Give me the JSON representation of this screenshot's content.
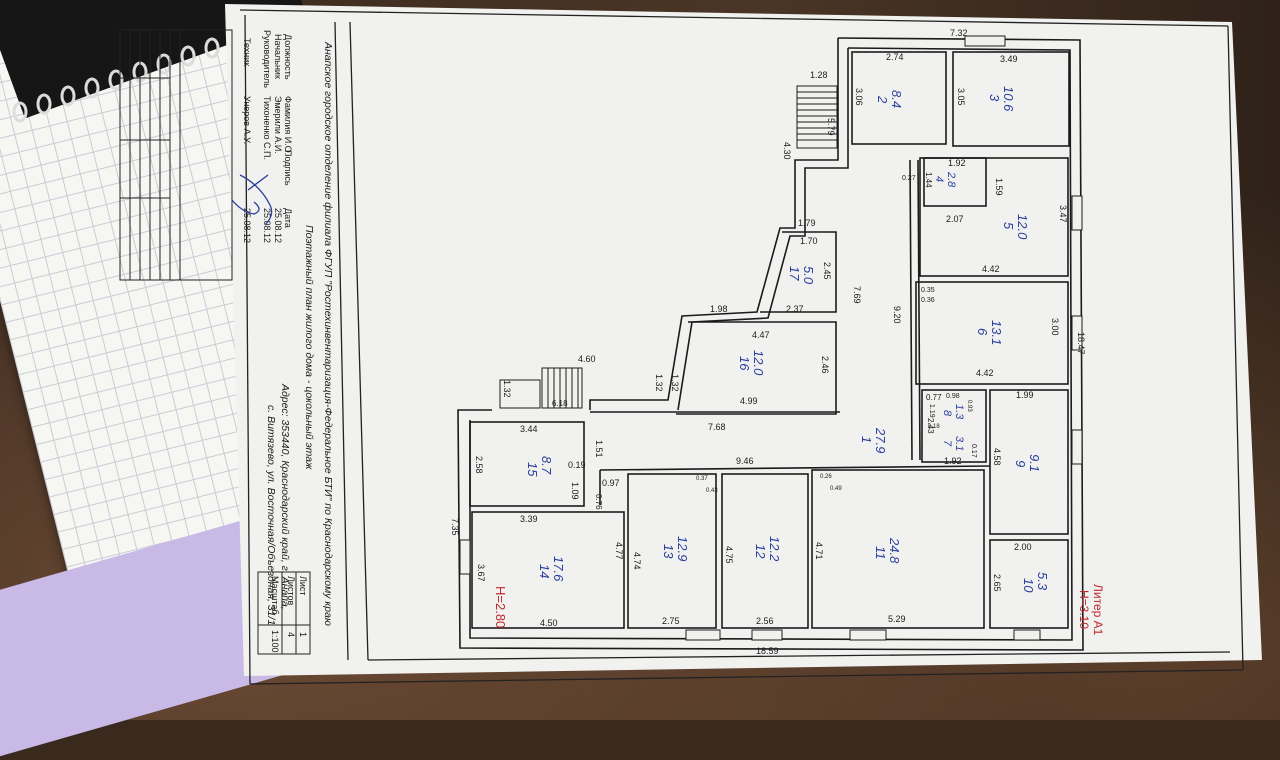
{
  "stamp": {
    "org": "Анапское городское отделение филиала ФГУП \"Ростехинвентаризация-Федеральное БТИ\" по Краснодарскому краю",
    "plan_title": "Поэтажный план жилого дома - цокольный этаж",
    "address_line1": "Адрес: 353440, Краснодарский край, г. Анапа,",
    "address_line2": "с. Витязево, ул. Восточная/Объездная, 31/1",
    "col_position": "Должность",
    "col_name": "Фамилия И.О.",
    "col_sign": "Подпись",
    "col_date": "Дата",
    "rows": [
      {
        "position": "Начальник",
        "name": "Эмерили А.И.",
        "date": "25.08.12"
      },
      {
        "position": "Руководитель",
        "name": "Тихоненко С.П.",
        "date": "25.08.12"
      },
      {
        "position": "Техник",
        "name": "Унеров А.У.",
        "date": "25.08.12"
      }
    ],
    "sheet_label": "Лист",
    "sheet_value": "1",
    "sheets_label": "Листов",
    "sheets_value": "4",
    "scale_label": "Масштаб",
    "scale_value": "1:100"
  },
  "litera": {
    "name": "Литер А1",
    "height": "Н=3.10"
  },
  "basement_height": "Н=2.80",
  "dims": {
    "d732": "7.32",
    "d274": "2.74",
    "d349": "3.49",
    "d306": "3.06",
    "d305": "3.05",
    "d128": "1.28",
    "d579": "5.79",
    "d430": "4.30",
    "d192a": "1.92",
    "d144": "1.44",
    "d027": "0.27",
    "d159": "1.59",
    "d347": "3.47",
    "d207": "2.07",
    "d442a": "4.42",
    "d179": "1.79",
    "d170": "1.70",
    "d245": "2.45",
    "d769": "7.69",
    "d198": "1.98",
    "d237": "2.37",
    "d920": "9.20",
    "d035": "0.35",
    "d036": "0.36",
    "d300": "3.00",
    "d1847": "18.47",
    "d447": "4.47",
    "d442b": "4.42",
    "d460": "4.60",
    "d132a": "1.32",
    "d132b": "1.32",
    "d132c": "1.32",
    "d246": "2.46",
    "d618": "6.18",
    "d499": "4.99",
    "d077": "0.77",
    "d098": "0.98",
    "d199": "1.99",
    "d119": "1.19",
    "d018": "0.18",
    "d093": "0.93",
    "d243": "2.43",
    "d017": "0.17",
    "d344": "3.44",
    "d768": "7.68",
    "d151": "1.51",
    "d192b": "1.92",
    "d458": "4.58",
    "d258": "2.58",
    "d019": "0.19",
    "d946": "9.46",
    "d109": "1.09",
    "d097": "0.97",
    "d037": "0.37",
    "d043": "0.43",
    "d026": "0.26",
    "d049": "0.49",
    "d076": "0.76",
    "d735": "7.35",
    "d339": "3.39",
    "d477": "4.77",
    "d474": "4.74",
    "d475": "4.75",
    "d471": "4.71",
    "d200": "2.00",
    "d367": "3.67",
    "d265": "2.65",
    "d450": "4.50",
    "d275": "2.75",
    "d256": "2.56",
    "d529": "5.29",
    "d1859": "18.59"
  },
  "rooms": [
    {
      "num": "2",
      "area": "8.4"
    },
    {
      "num": "3",
      "area": "10.6"
    },
    {
      "num": "4",
      "area": "2.8"
    },
    {
      "num": "5",
      "area": "12.0"
    },
    {
      "num": "6",
      "area": "13.1"
    },
    {
      "num": "17",
      "area": "5.0"
    },
    {
      "num": "16",
      "area": "12.0"
    },
    {
      "num": "1",
      "area": "27.9"
    },
    {
      "num": "8",
      "area": "1.3"
    },
    {
      "num": "7",
      "area": "3.1"
    },
    {
      "num": "9",
      "area": "9.1"
    },
    {
      "num": "15",
      "area": "8.7"
    },
    {
      "num": "14",
      "area": "17.6"
    },
    {
      "num": "13",
      "area": "12.9"
    },
    {
      "num": "12",
      "area": "12.2"
    },
    {
      "num": "11",
      "area": "24.8"
    },
    {
      "num": "10",
      "area": "5.3"
    }
  ],
  "colors": {
    "ink": "#1b1b1b",
    "pen_blue": "#2b3f9e",
    "red": "#c0282b",
    "paper": "#f1f1ef"
  }
}
